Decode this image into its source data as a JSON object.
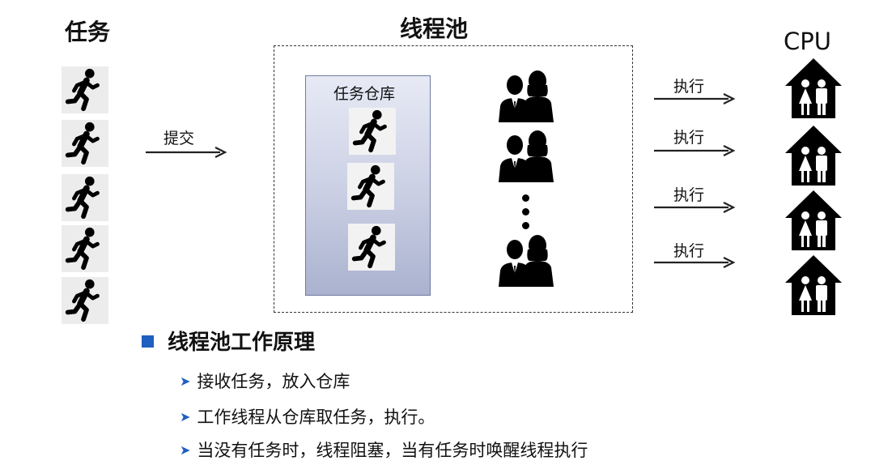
{
  "headings": {
    "tasks": "任务",
    "pool": "线程池",
    "cpu": "CPU"
  },
  "labels": {
    "submit": "提交",
    "warehouse": "任务仓库",
    "execute": [
      "执行",
      "执行",
      "执行",
      "执行"
    ]
  },
  "principle": {
    "title": "线程池工作原理",
    "points": [
      "接收任务，放入仓库",
      "工作线程从仓库取任务，执行。",
      "当没有任务时，线程阻塞，当有任务时唤醒线程执行"
    ]
  },
  "footer": "",
  "icons": {
    "task": "running-person-icon",
    "thread": "two-people-icon",
    "cpu": "house-with-couple-icon",
    "arrow": "right-arrow-icon"
  },
  "colors": {
    "bullet": "#1f5fbf",
    "warehouse_top": "#e7eaf5",
    "warehouse_bottom": "#aab2cf"
  }
}
